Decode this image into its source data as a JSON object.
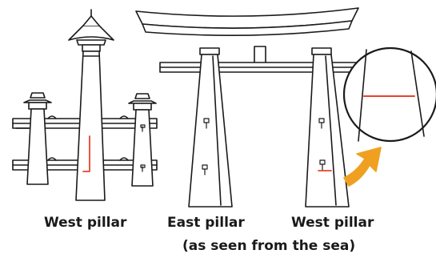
{
  "labels": {
    "left_structure": "West pillar",
    "torii_left": "East pillar",
    "torii_right": "West pillar",
    "viewpoint_note": "(as seen from the sea)"
  },
  "colors": {
    "ink": "#1a1a1a",
    "mark": "#e8442a",
    "arrow": "#f0a020"
  }
}
